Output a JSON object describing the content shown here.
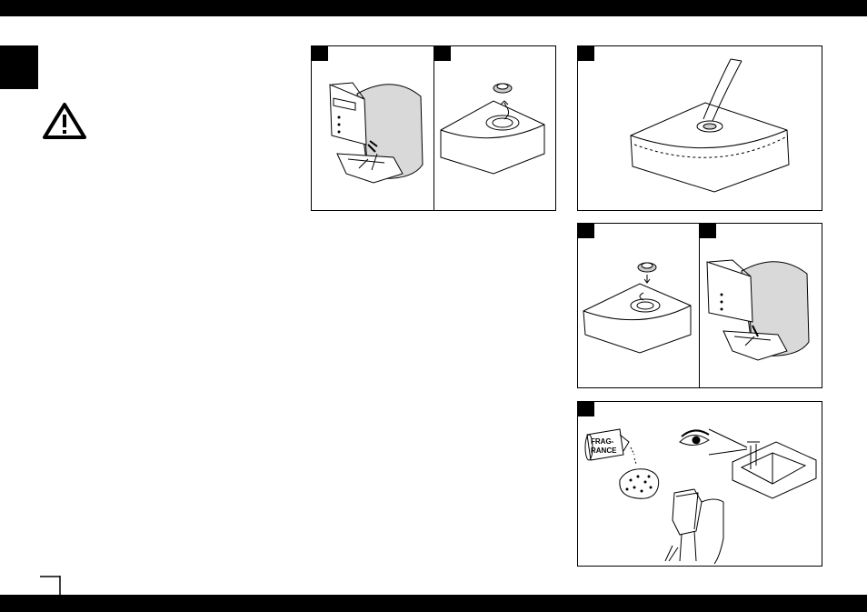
{
  "header_bar_color": "#000000",
  "footer_bar_color": "#000000",
  "section_tab_color": "#000000",
  "warning_icon": "warning-triangle-icon",
  "page_number": "",
  "figures": [
    {
      "name": "remove-water-tank",
      "number": ""
    },
    {
      "name": "remove-tank-cap",
      "number": ""
    },
    {
      "name": "fill-tank-from-tap",
      "number": ""
    },
    {
      "name": "replace-tank-cap",
      "number": ""
    },
    {
      "name": "reinsert-water-tank",
      "number": ""
    },
    {
      "name": "add-fragrance-to-pad",
      "number": "",
      "bottle_label_line1": "FRAG-",
      "bottle_label_line2": "RANCE"
    }
  ]
}
